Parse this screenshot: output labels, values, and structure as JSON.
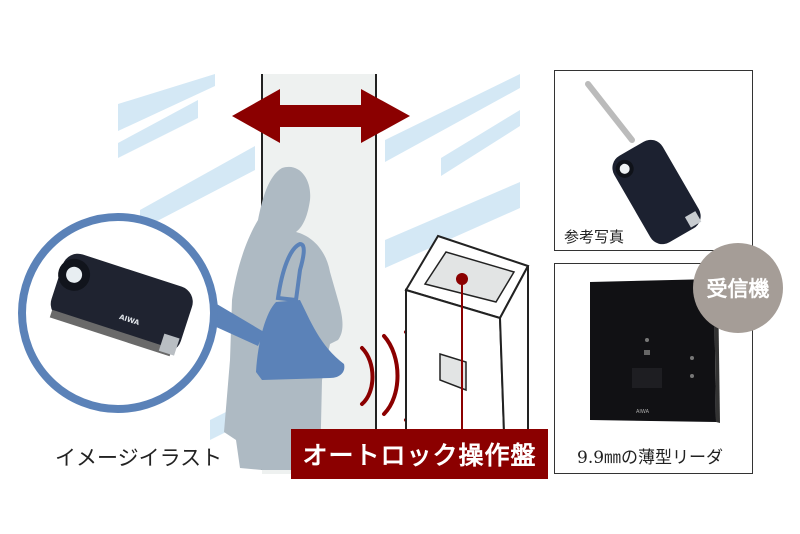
{
  "illustration": {
    "caption": "イメージイラスト",
    "doorway_arrow": "double-headed-arrow",
    "person": "woman-silhouette-with-handbag",
    "handbag_zoom_circle": "key-fob-closeup"
  },
  "autolock_panel": {
    "label": "オートロック操作盤"
  },
  "photo_panel": {
    "caption": "参考写真"
  },
  "receiver_panel": {
    "badge": "受信機",
    "caption": "9.9㎜の薄型リーダ"
  },
  "colors": {
    "accent_red": "#8b0000",
    "ring_blue": "#5b82b8",
    "stripe_blue": "#d4e8f5",
    "silhouette_gray": "#aebac3",
    "doorway_fill": "#eef1f0",
    "badge_gray": "#a59d97"
  }
}
